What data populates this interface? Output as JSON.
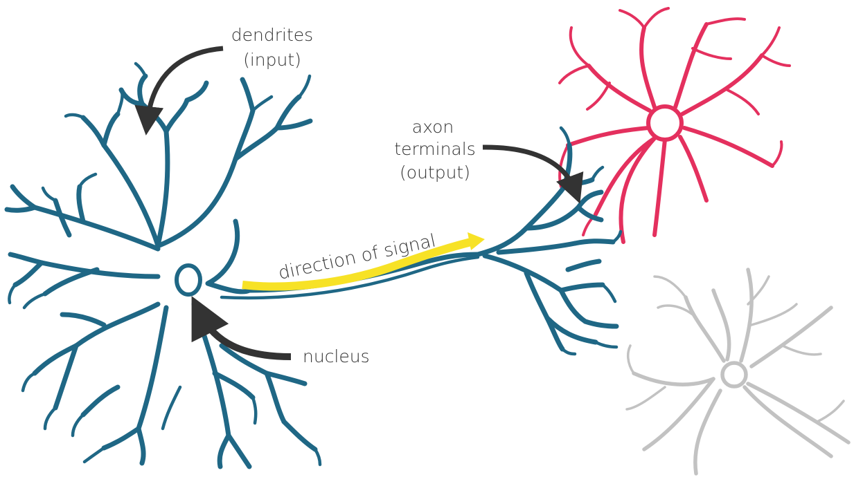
{
  "diagram": {
    "labels": {
      "dendrites": "dendrites",
      "dendrites_note": "(input)",
      "axon": "axon",
      "terminals": "terminals",
      "terminals_note": "(output)",
      "signal": "direction of signal",
      "nucleus": "nucleus"
    },
    "colors": {
      "main_neuron": "#1f6785",
      "receiving_neuron": "#e4305e",
      "faded_neuron": "#c2c2c2",
      "signal_arrow": "#f7e226",
      "pointer_arrows": "#333333",
      "label_text": "#333333"
    }
  }
}
